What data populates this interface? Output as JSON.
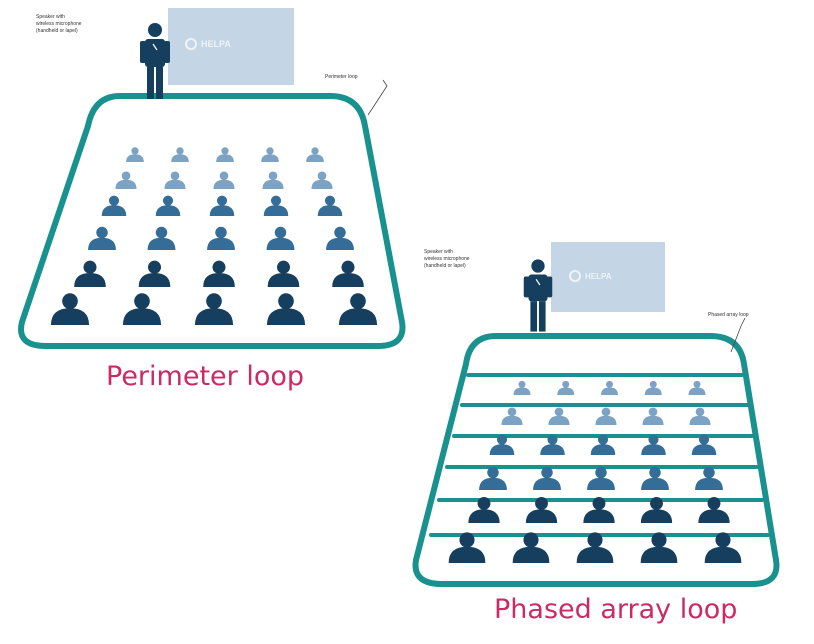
{
  "colors": {
    "loop": "#19918f",
    "navy": "#163f5f",
    "mid": "#336d98",
    "light": "#7ca3c3",
    "screen": "#c4d5e5",
    "screenLogo": "#eef3f8",
    "caption": "#cc2a63"
  },
  "diagrams": [
    {
      "id": "perimeter",
      "caption": "Perimeter loop",
      "speaker_label": [
        "Speaker with",
        "wireless microphone",
        "(handheld or lapel)"
      ],
      "loop_label": "Perimeter loop",
      "logo_text": "HELPA",
      "rows": 6,
      "columns": 5,
      "row_lines": false
    },
    {
      "id": "phased",
      "caption": "Phased array loop",
      "speaker_label": [
        "Speaker with",
        "wireless microphone",
        "(handheld or lapel)"
      ],
      "loop_label": "Phased array loop",
      "logo_text": "HELPA",
      "rows": 6,
      "columns": 5,
      "row_lines": true
    }
  ]
}
